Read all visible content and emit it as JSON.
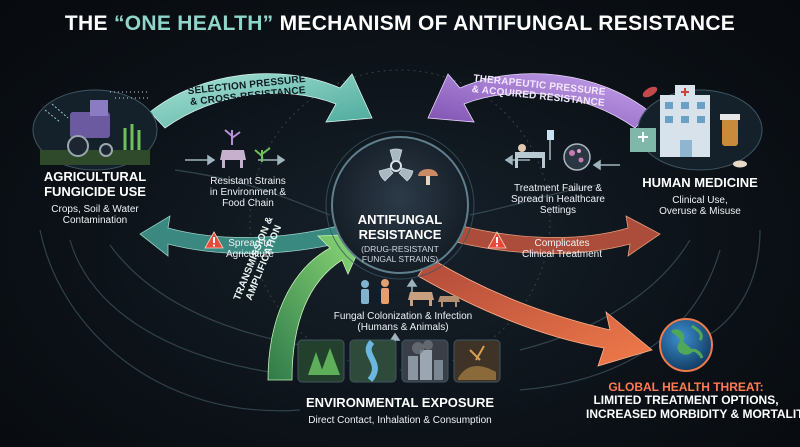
{
  "title": {
    "prefix": "THE ",
    "highlight": "“ONE HEALTH”",
    "suffix": " MECHANISM OF ANTIFUNGAL RESISTANCE"
  },
  "center": {
    "title_line1": "ANTIFUNGAL",
    "title_line2": "RESISTANCE",
    "sub_line1": "(DRUG-RESISTANT",
    "sub_line2": "FUNGAL STRAINS)"
  },
  "agri": {
    "header_line1": "AGRICULTURAL",
    "header_line2": "FUNGICIDE USE",
    "desc_line1": "Crops, Soil & Water",
    "desc_line2": "Contamination"
  },
  "medicine": {
    "header": "HUMAN MEDICINE",
    "desc_line1": "Clinical Use,",
    "desc_line2": "Overuse & Misuse"
  },
  "environment": {
    "header": "ENVIRONMENTAL EXPOSURE",
    "desc": "Direct Contact, Inhalation & Consumption"
  },
  "arrows": {
    "selection_line1": "SELECTION PRESSURE",
    "selection_line2": "& CROSS-RESISTANCE",
    "therapeutic_line1": "THERAPEUTIC PRESSURE",
    "therapeutic_line2": "& ACQUIRED RESISTANCE",
    "transmission_line1": "TRANSMISSION &",
    "transmission_line2": "AMPLIFICATION"
  },
  "labels": {
    "resistant_line1": "Resistant Strains",
    "resistant_line2": "in Environment &",
    "resistant_line3": "Food Chain",
    "spread_line1": "Spread to",
    "spread_line2": "Agriculture",
    "treatment_line1": "Treatment Failure &",
    "treatment_line2": "Spread in Healthcare",
    "treatment_line3": "Settings",
    "complicates_line1": "Complicates",
    "complicates_line2": "Clinical Treatment",
    "colonization_line1": "Fungal Colonization & Infection",
    "colonization_line2": "(Humans & Animals)"
  },
  "threat": {
    "line1": "GLOBAL HEALTH THREAT:",
    "line2": "LIMITED TREATMENT OPTIONS,",
    "line3": "INCREASED MORBIDITY & MORTALITY"
  },
  "colors": {
    "teal": "#5fc0b0",
    "purple": "#9a6fc8",
    "orange": "#e8704a",
    "green": "#6fbf5a"
  }
}
